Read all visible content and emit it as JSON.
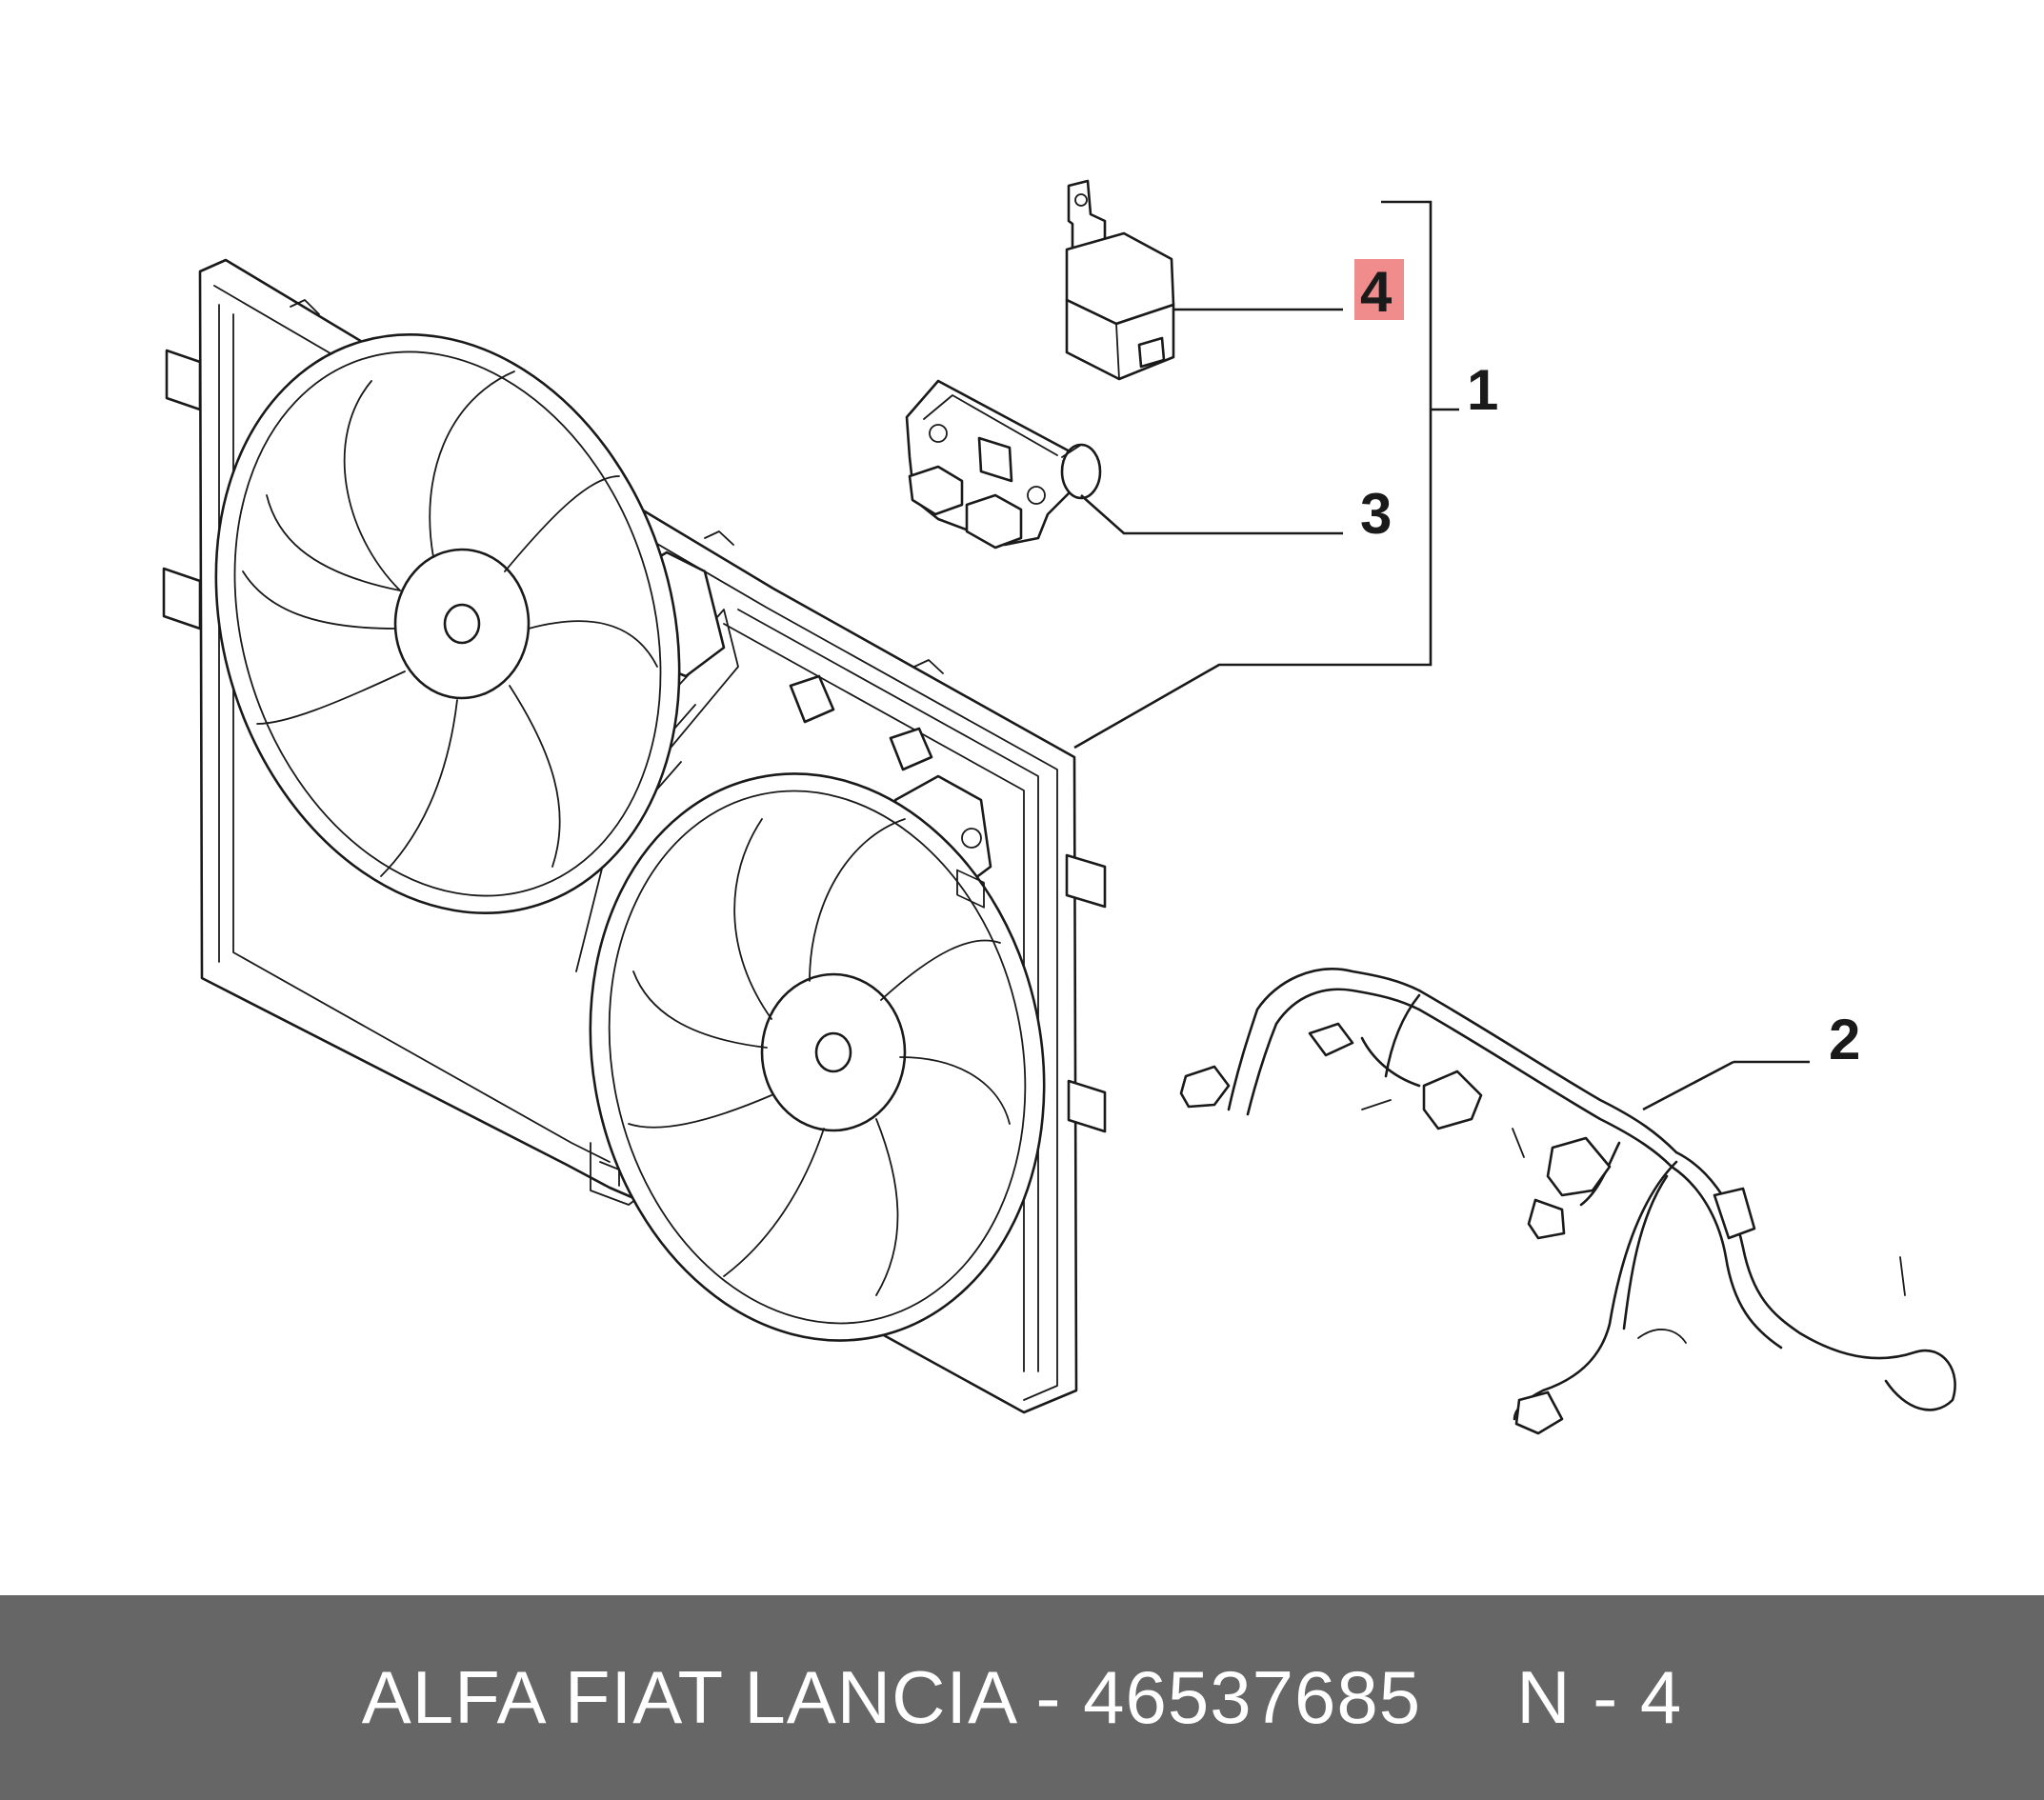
{
  "callouts": {
    "c1": "1",
    "c2": "2",
    "c3": "3",
    "c4": "4"
  },
  "highlight_color": "#f08c8c",
  "footer": {
    "part_text": "ALFA FIAT LANCIA - 46537685",
    "ref_text": "N - 4",
    "background": "#666666",
    "text_color": "#ffffff"
  }
}
